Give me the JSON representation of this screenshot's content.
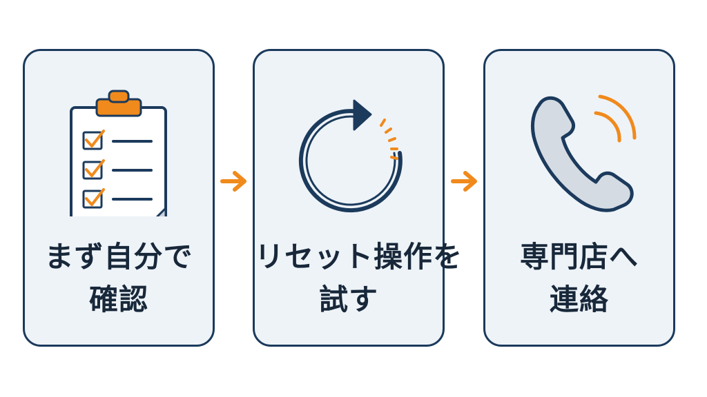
{
  "steps": [
    {
      "line1": "まず自分で",
      "line2": "確認",
      "icon": "clipboard-checklist-icon"
    },
    {
      "line1": "リセット操作を",
      "line2": "試す",
      "icon": "reset-cycle-icon"
    },
    {
      "line1": "専門店へ",
      "line2": "連絡",
      "icon": "phone-call-icon"
    }
  ],
  "colors": {
    "navy": "#1b3a5c",
    "orange": "#f08a1c",
    "card_bg": "#eef3f8",
    "phone_fill": "#d5dbe3"
  }
}
